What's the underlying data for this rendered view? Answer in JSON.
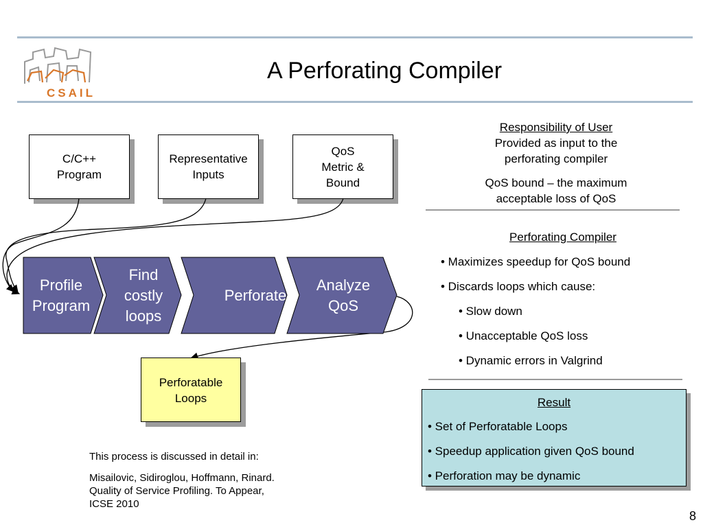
{
  "header": {
    "title": "A Perforating Compiler",
    "logo_text": "CSAIL"
  },
  "inputs": {
    "program": [
      "C/C++",
      "Program"
    ],
    "representative": [
      "Representative",
      "Inputs"
    ],
    "qos": [
      "QoS",
      "Metric &",
      "Bound"
    ]
  },
  "pipeline": {
    "stages": [
      [
        "Profile",
        "Program"
      ],
      [
        "Find",
        "costly",
        "loops"
      ],
      [
        "Perforate"
      ],
      [
        "Analyze",
        "QoS"
      ]
    ],
    "fill_color": "#62629a"
  },
  "output": {
    "label": [
      "Perforatable",
      "Loops"
    ],
    "fill_color": "#ffffa0"
  },
  "user_panel": {
    "heading": "Responsibility of User",
    "lines": [
      "Provided as input to the",
      "perforating compiler"
    ],
    "qos_lines": [
      "QoS bound – the maximum",
      "acceptable loss of QoS"
    ]
  },
  "compiler_panel": {
    "heading": "Perforating Compiler",
    "items": [
      "• Maximizes speedup for QoS bound",
      "• Discards loops which cause:",
      "• Slow down",
      "• Unacceptable QoS loss",
      "• Dynamic errors in Valgrind"
    ]
  },
  "result_panel": {
    "heading": "Result",
    "items": [
      "• Set of Perforatable Loops",
      "• Speedup application given QoS bound",
      "• Perforation may be dynamic"
    ],
    "fill_color": "#b8dfe3"
  },
  "reference": {
    "intro": "This process is discussed in detail in:",
    "citation": [
      "Misailovic, Sidiroglou, Hoffmann, Rinard.",
      "Quality of Service Profiling. To Appear,",
      "ICSE 2010"
    ]
  },
  "page_number": "8"
}
